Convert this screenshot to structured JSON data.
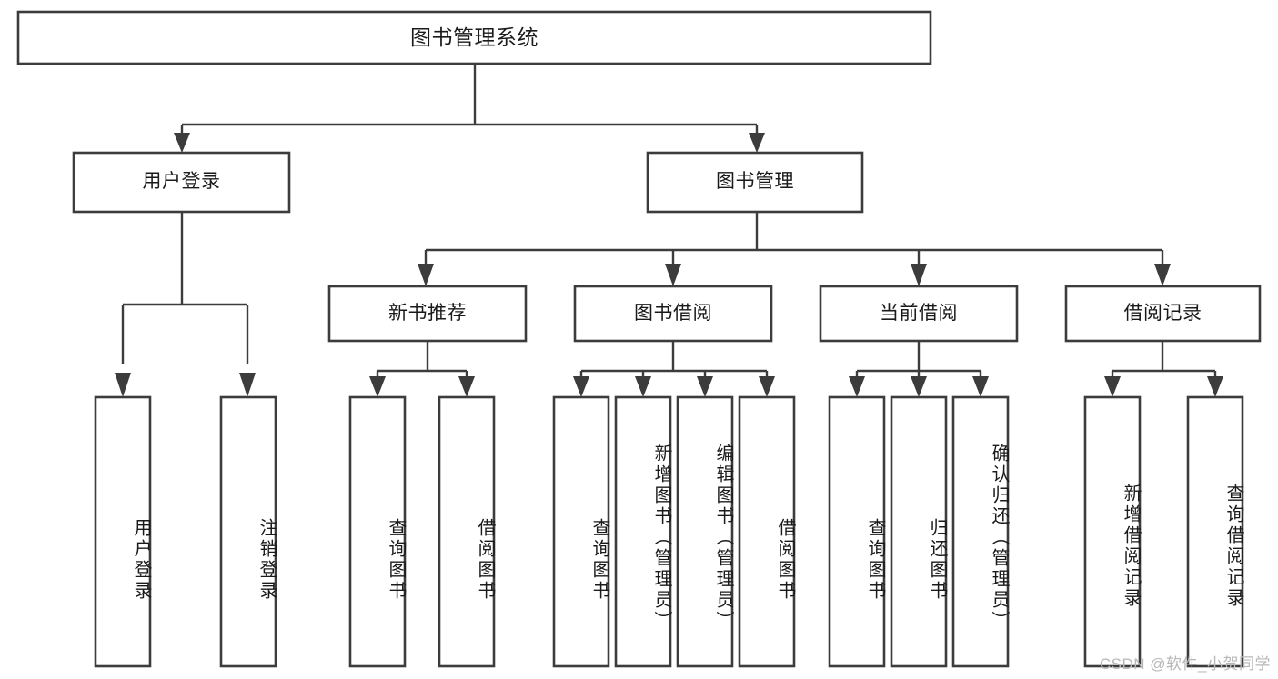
{
  "diagram": {
    "type": "tree-hierarchy",
    "title": "图书管理系统",
    "watermark": "CSDN @软件_小贺同学",
    "colors": {
      "stroke": "#3c3c3c",
      "background": "#ffffff",
      "text": "#1a1a1a",
      "watermark": "#b8b8b8"
    },
    "levels": {
      "root": {
        "label": "图书管理系统"
      },
      "level2": [
        {
          "id": "user-login",
          "label": "用户登录"
        },
        {
          "id": "book-management",
          "label": "图书管理"
        }
      ],
      "level3": [
        {
          "id": "new-book-recommend",
          "label": "新书推荐",
          "parent": "book-management"
        },
        {
          "id": "book-borrow",
          "label": "图书借阅",
          "parent": "book-management"
        },
        {
          "id": "current-borrow",
          "label": "当前借阅",
          "parent": "book-management"
        },
        {
          "id": "borrow-record",
          "label": "借阅记录",
          "parent": "book-management"
        }
      ],
      "leaves": [
        {
          "id": "leaf-user-login",
          "label": "用户登录",
          "parent": "user-login"
        },
        {
          "id": "leaf-logout-login",
          "label": "注销登录",
          "parent": "user-login"
        },
        {
          "id": "leaf-query-book-1",
          "label": "查询图书",
          "parent": "new-book-recommend"
        },
        {
          "id": "leaf-borrow-book-1",
          "label": "借阅图书",
          "parent": "new-book-recommend"
        },
        {
          "id": "leaf-query-book-2",
          "label": "查询图书",
          "parent": "book-borrow"
        },
        {
          "id": "leaf-add-book",
          "label": "新增图书（管理员）",
          "parent": "book-borrow"
        },
        {
          "id": "leaf-edit-book",
          "label": "编辑图书（管理员）",
          "parent": "book-borrow"
        },
        {
          "id": "leaf-borrow-book-2",
          "label": "借阅图书",
          "parent": "book-borrow"
        },
        {
          "id": "leaf-query-book-3",
          "label": "查询图书",
          "parent": "current-borrow"
        },
        {
          "id": "leaf-return-book",
          "label": "归还图书",
          "parent": "current-borrow"
        },
        {
          "id": "leaf-confirm-return",
          "label": "确认归还（管理员）",
          "parent": "current-borrow"
        },
        {
          "id": "leaf-add-record",
          "label": "新增借阅记录",
          "parent": "borrow-record"
        },
        {
          "id": "leaf-query-record",
          "label": "查询借阅记录",
          "parent": "borrow-record"
        }
      ]
    }
  }
}
